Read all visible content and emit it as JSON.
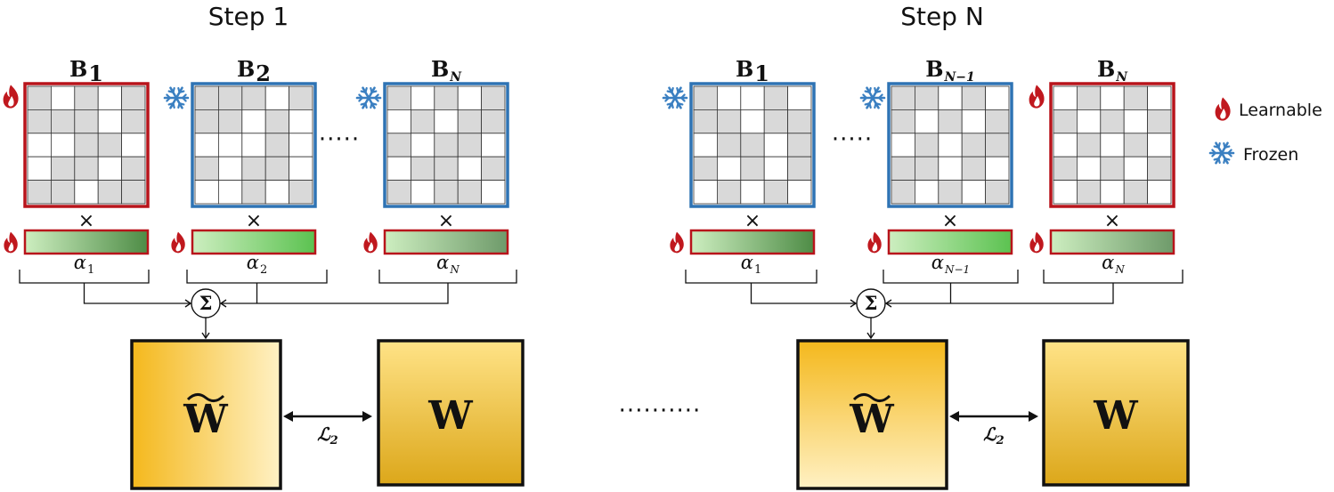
{
  "steps": [
    {
      "title": "Step 1",
      "matrices": [
        {
          "label": "B",
          "sub": "1",
          "sub_style": "num",
          "state": "learnable",
          "alpha_label": "α",
          "alpha_sub": "1",
          "alpha_sub_style": "num",
          "bar_gradient": [
            "#cdeec0",
            "#4e8c46"
          ]
        },
        {
          "label": "B",
          "sub": "2",
          "sub_style": "num",
          "state": "frozen",
          "alpha_label": "α",
          "alpha_sub": "2",
          "alpha_sub_style": "num",
          "bar_gradient": [
            "#cdeec0",
            "#5bc250"
          ]
        },
        {
          "label": "B",
          "sub": "N",
          "sub_style": "var",
          "state": "frozen",
          "alpha_label": "α",
          "alpha_sub": "N",
          "alpha_sub_style": "var",
          "bar_gradient": [
            "#cdeec0",
            "#6e9a6a"
          ]
        }
      ],
      "matrix_dots": "·····",
      "times_symbol": "×",
      "sum_symbol": "Σ",
      "w_tilde_label": "W",
      "w_label": "W",
      "loss_label": "ℒ",
      "loss_sub": "2"
    },
    {
      "title": "Step N",
      "matrices": [
        {
          "label": "B",
          "sub": "1",
          "sub_style": "num",
          "state": "frozen",
          "alpha_label": "α",
          "alpha_sub": "1",
          "alpha_sub_style": "num",
          "bar_gradient": [
            "#cdeec0",
            "#4e8c46"
          ]
        },
        {
          "label": "B",
          "sub": "N−1",
          "sub_style": "var",
          "state": "frozen",
          "alpha_label": "α",
          "alpha_sub": "N−1",
          "alpha_sub_style": "var",
          "bar_gradient": [
            "#cdeec0",
            "#5bc250"
          ]
        },
        {
          "label": "B",
          "sub": "N",
          "sub_style": "var",
          "state": "learnable",
          "alpha_label": "α",
          "alpha_sub": "N",
          "alpha_sub_style": "var",
          "bar_gradient": [
            "#cdeec0",
            "#6e9a6a"
          ]
        }
      ],
      "matrix_dots": "·····",
      "times_symbol": "×",
      "sum_symbol": "Σ",
      "w_tilde_label": "W",
      "w_label": "W",
      "loss_label": "ℒ",
      "loss_sub": "2"
    }
  ],
  "between_steps_dots": "··········",
  "legend": {
    "learnable": {
      "label": "Learnable",
      "icon": "flame-icon"
    },
    "frozen": {
      "label": "Frozen",
      "icon": "snowflake-icon"
    }
  },
  "colors": {
    "learnable_border": "#b8141b",
    "frozen_border": "#2e73b4",
    "flame": "#c0181e",
    "snowflake": "#3a7fc1",
    "cell_gray": "#d9d9d9",
    "w_gold_dark": "#f4b81c",
    "w_gold_light": "#fff1c4",
    "w_gold_bottom": "#dca71a"
  },
  "matrix_patterns": [
    [
      [
        1,
        0,
        1,
        0,
        1
      ],
      [
        1,
        1,
        1,
        0,
        1
      ],
      [
        0,
        0,
        1,
        1,
        0
      ],
      [
        0,
        1,
        1,
        0,
        1
      ],
      [
        1,
        1,
        0,
        1,
        1
      ]
    ],
    [
      [
        1,
        1,
        1,
        0,
        1
      ],
      [
        1,
        1,
        0,
        1,
        0
      ],
      [
        0,
        0,
        0,
        1,
        0
      ],
      [
        1,
        0,
        1,
        1,
        0
      ],
      [
        0,
        0,
        1,
        0,
        1
      ]
    ],
    [
      [
        1,
        0,
        1,
        0,
        1
      ],
      [
        0,
        1,
        0,
        1,
        1
      ],
      [
        1,
        0,
        1,
        1,
        0
      ],
      [
        0,
        1,
        1,
        0,
        1
      ],
      [
        1,
        0,
        1,
        1,
        0
      ]
    ],
    [
      [
        1,
        0,
        0,
        1,
        0
      ],
      [
        1,
        1,
        0,
        1,
        1
      ],
      [
        0,
        1,
        1,
        0,
        1
      ],
      [
        1,
        0,
        1,
        0,
        1
      ],
      [
        0,
        1,
        0,
        1,
        0
      ]
    ],
    [
      [
        1,
        1,
        0,
        1,
        0
      ],
      [
        1,
        0,
        1,
        0,
        1
      ],
      [
        0,
        1,
        0,
        1,
        1
      ],
      [
        1,
        1,
        0,
        1,
        0
      ],
      [
        1,
        0,
        1,
        0,
        1
      ]
    ],
    [
      [
        0,
        1,
        0,
        1,
        0
      ],
      [
        1,
        0,
        1,
        0,
        1
      ],
      [
        0,
        1,
        0,
        1,
        0
      ],
      [
        1,
        0,
        1,
        0,
        1
      ],
      [
        0,
        1,
        0,
        1,
        0
      ]
    ]
  ]
}
